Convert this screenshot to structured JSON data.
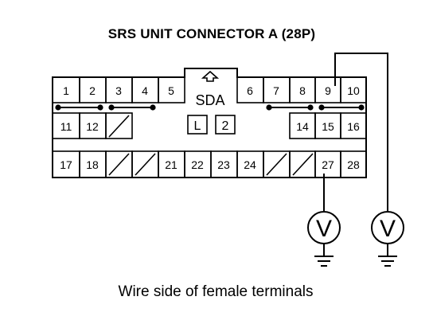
{
  "title": "SRS UNIT CONNECTOR A (28P)",
  "caption": "Wire side of female terminals",
  "connector": {
    "center_label": "SDA",
    "lock_labels": [
      "L",
      "2"
    ],
    "row1": [
      "1",
      "2",
      "3",
      "4",
      "5",
      "6",
      "7",
      "8",
      "9",
      "10"
    ],
    "row2": [
      "11",
      "12",
      "14",
      "15",
      "16"
    ],
    "row3": [
      "17",
      "18",
      "21",
      "22",
      "23",
      "24",
      "27",
      "28"
    ]
  },
  "meters": [
    {
      "symbol": "V",
      "terminals": [
        "27"
      ]
    },
    {
      "symbol": "V",
      "terminals": [
        "9"
      ]
    }
  ]
}
